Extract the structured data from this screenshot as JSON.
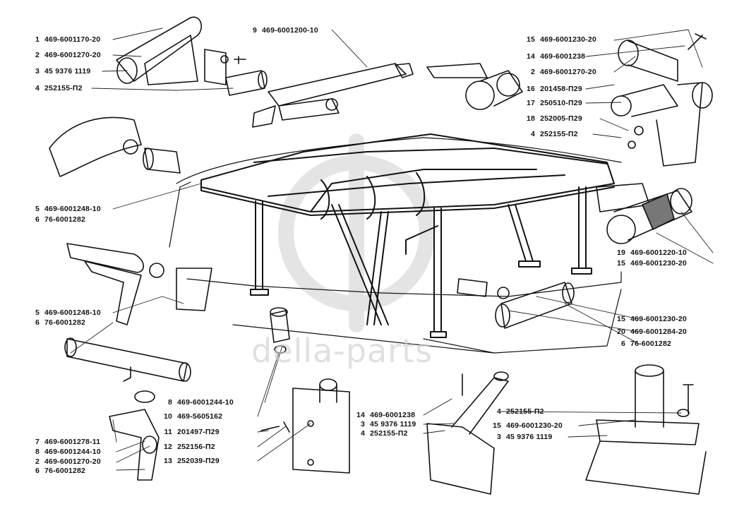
{
  "watermark": "della-parts",
  "colors": {
    "ink": "#111111",
    "shade": "#8a8a8a",
    "watermark": "#c8c8c8"
  },
  "callouts": {
    "tl1_num": "1",
    "tl1_code": "469-6001170-20",
    "tl2_num": "2",
    "tl2_code": "469-6001270-20",
    "tl3_num": "3",
    "tl3_code": "45 9376 1119",
    "tl4_num": "4",
    "tl4_code": "252155-П2",
    "top9_num": "9",
    "top9_code": "469-6001200-10",
    "tr15_num": "15",
    "tr15_code": "469-6001230-20",
    "tr14_num": "14",
    "tr14_code": "469-6001238",
    "tr2_num": "2",
    "tr2_code": "469-6001270-20",
    "tr16_num": "16",
    "tr16_code": "201458-П29",
    "tr17_num": "17",
    "tr17_code": "250510-П29",
    "tr18_num": "18",
    "tr18_code": "252005-П29",
    "tr4_num": "4",
    "tr4_code": "252155-П2",
    "ml5_num": "5",
    "ml5_code": "469-6001248-10",
    "ml6_num": "6",
    "ml6_code": "76-6001282",
    "ll5_num": "5",
    "ll5_code": "469-6001248-10",
    "ll6_num": "6",
    "ll6_code": "76-6001282",
    "mr19_num": "19",
    "mr19_code": "469-6001220-10",
    "mr15_num": "15",
    "mr15_code": "469-6001230-20",
    "rr15_num": "15",
    "rr15_code": "469-6001230-20",
    "rr20_num": "20",
    "rr20_code": "469-6001284-20",
    "rr6_num": "6",
    "rr6_code": "76-6001282",
    "bc8_num": "8",
    "bc8_code": "469-6001244-10",
    "bc10_num": "10",
    "bc10_code": "469-5605162",
    "bc11_num": "11",
    "bc11_code": "201497-П29",
    "bc12_num": "12",
    "bc12_code": "252156-П2",
    "bc13_num": "13",
    "bc13_code": "252039-П29",
    "bl7_num": "7",
    "bl7_code": "469-6001278-11",
    "bl8_num": "8",
    "bl8_code": "469-6001244-10",
    "bl2_num": "2",
    "bl2_code": "469-6001270-20",
    "bl6_num": "6",
    "bl6_code": "76-6001282",
    "bm14_num": "14",
    "bm14_code": "469-6001238",
    "bm3_num": "3",
    "bm3_code": "45 9376 1119",
    "bm4_num": "4",
    "bm4_code": "252155-П2",
    "br4_num": "4",
    "br4_code": "252155-П2",
    "br15_num": "15",
    "br15_code": "469-6001230-20",
    "br3_num": "3",
    "br3_code": "45 9376 1119"
  }
}
